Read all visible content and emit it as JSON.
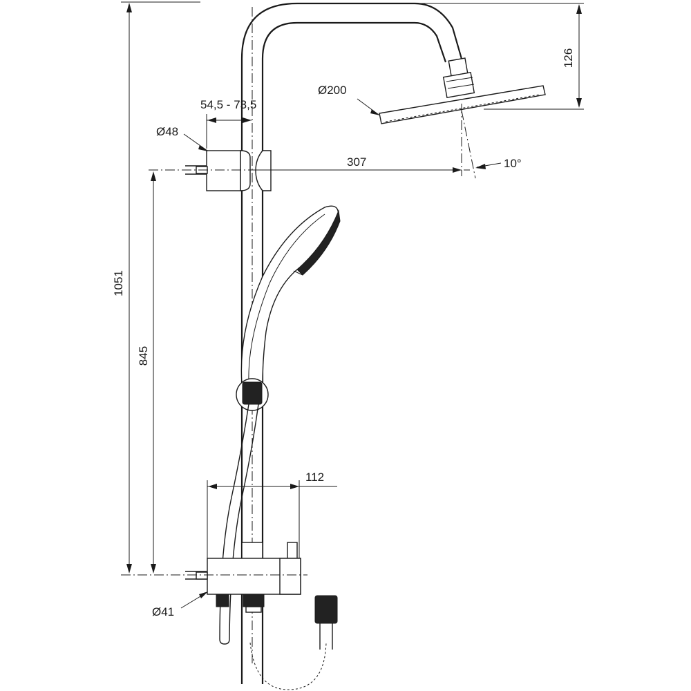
{
  "drawing": {
    "dimensions": {
      "total_height": "1051",
      "bracket_height": "845",
      "head_drop": "126",
      "head_diameter": "Ø200",
      "bracket_range": "54,5 - 73,5",
      "bracket_diameter": "Ø48",
      "arm_reach": "307",
      "tilt_angle": "10°",
      "mixer_depth": "112",
      "mixer_diameter": "Ø41"
    }
  }
}
